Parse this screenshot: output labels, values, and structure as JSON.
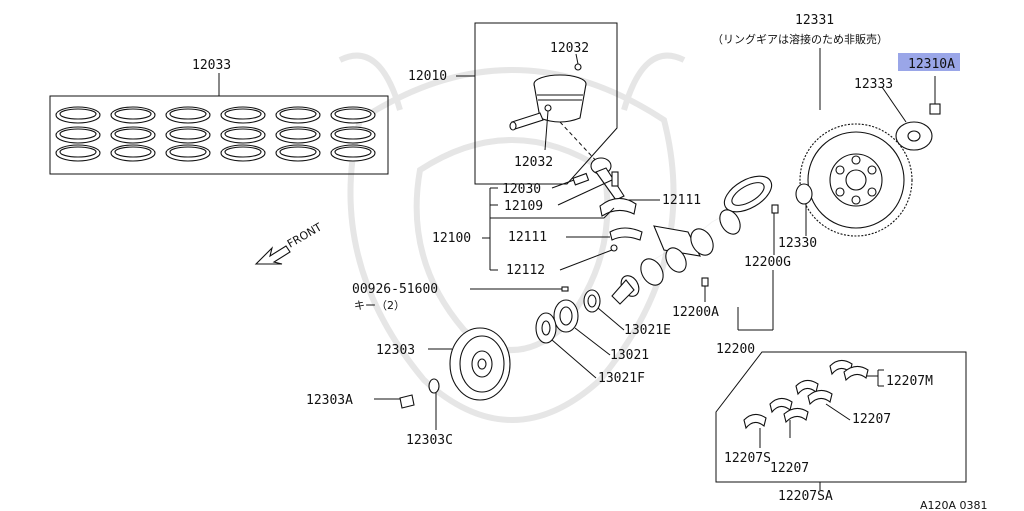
{
  "diagram_id": "A120A 0381",
  "highlight_color": "#9aa6e8",
  "labels": {
    "piston_ring_set": "12033",
    "piston_assembly": "12010",
    "piston_pin_clip_top": "12032",
    "piston_pin_clip_bottom": "12032",
    "piston_pin": "12030",
    "con_rod_bolt": "12109",
    "con_rod_nut": "12111",
    "con_rod_bearing": "12111",
    "con_rod_assembly": "12100",
    "con_rod_bushing": "12112",
    "key_part": "00926-51600",
    "key_note": "キー（2）",
    "crank_pulley": "12303",
    "pulley_bolt": "12303A",
    "pulley_washer": "12303C",
    "crank_sprocket": "13021",
    "oil_pump_spacer": "13021E",
    "crank_sprocket_washer": "13021F",
    "crankshaft_assembly": "12200",
    "crankshaft_plug": "12200A",
    "crankshaft_pilot": "12200G",
    "flywheel": "12331",
    "flywheel_note": "（リングギアは溶接のため非販売）",
    "flywheel_reinforcement": "12333",
    "flywheel_bolt": "12310A",
    "pilot_bushing": "12330",
    "main_bearing_set": "12207SA",
    "main_bearing_m": "12207M",
    "main_bearing": "12207",
    "main_bearing_s": "12207S",
    "main_bearing_lower": "12207"
  },
  "front_label": "FRONT"
}
